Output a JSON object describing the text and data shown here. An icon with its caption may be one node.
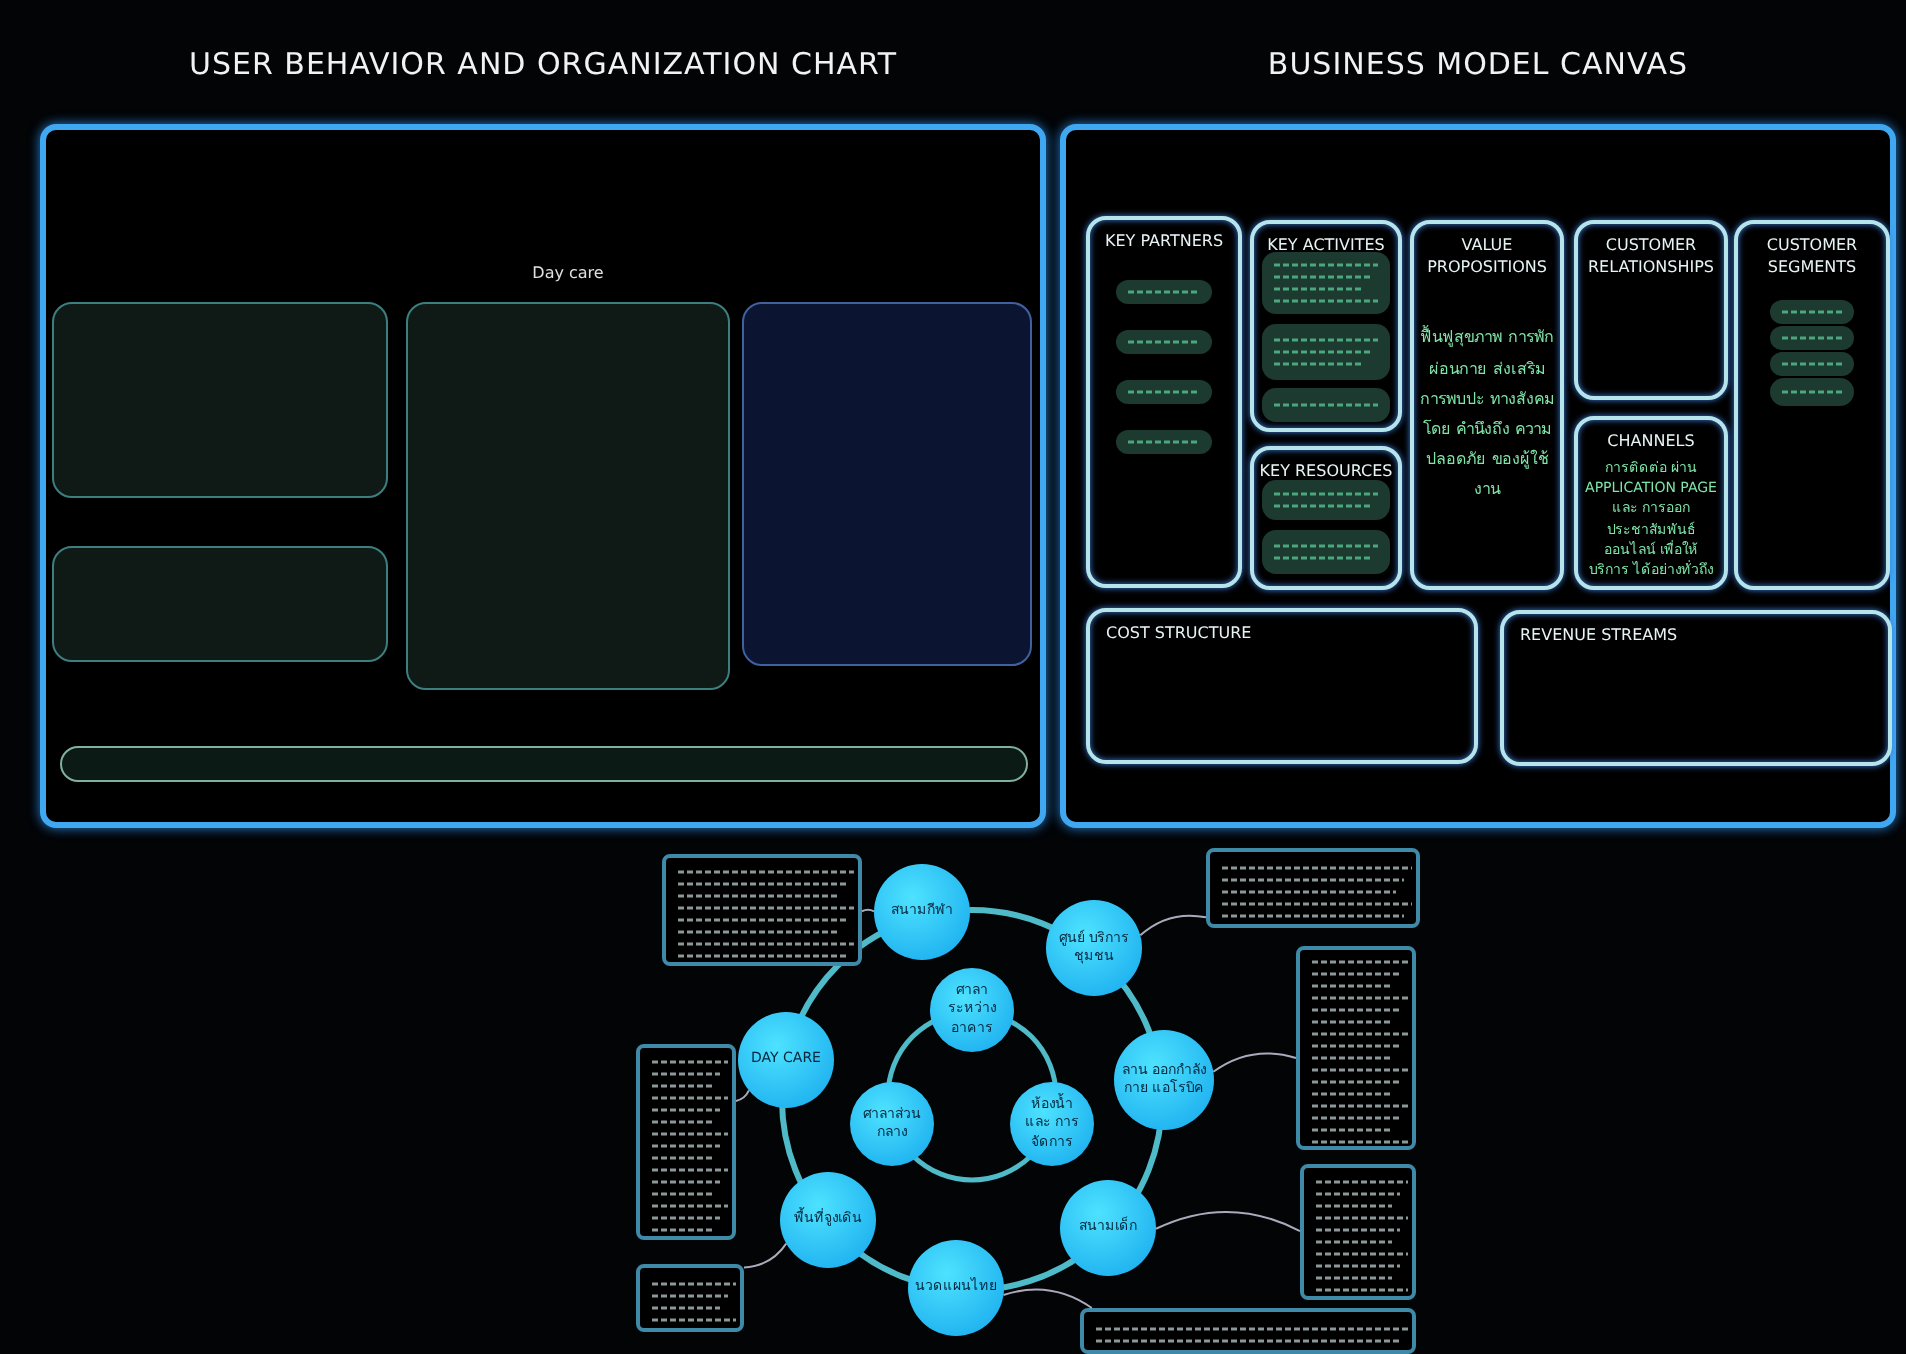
{
  "diagram": {
    "nodes": [
      {
        "text": [
          "USER BEHAVIOR AND ORGANIZATION CHART"
        ]
      },
      {
        "text": [
          "BUSINESS MODEL CANVAS"
        ]
      },
      {
        "text": [],
        "shape": "box",
        "in": 0
      },
      {
        "text": [],
        "shape": "box",
        "in": 0,
        "beside": [
          "Day care"
        ]
      },
      {
        "text": [],
        "shape": "box",
        "in": 0
      },
      {
        "text": [],
        "shape": "box",
        "in": 0
      },
      {
        "text": [],
        "shape": "bar",
        "in": 0
      },
      {
        "text": [
          "KEY PARTNERS"
        ],
        "in": 1
      },
      {
        "text": [
          "KEY ACTIVITES"
        ],
        "in": 1
      },
      {
        "text": [
          "KEY RESOURCES"
        ],
        "in": 1
      },
      {
        "text": [
          "VALUE PROPOSITIONS",
          "ฟื้นฟูสุขภาพ การพักผ่อนกาย ส่งเสริมการพบปะ ทางสังคม โดย คำนึงถึง ความปลอดภัย ของผู้ใช้งาน"
        ],
        "in": 1
      },
      {
        "text": [
          "CUSTOMER RELATIONSHIPS"
        ],
        "in": 1
      },
      {
        "text": [
          "CHANNELS",
          "การติดต่อ ผ่าน APPLICATION PAGE และ การออกประชาสัมพันธ์ ออนไลน์ เพื่อให้บริการ ได้อย่างทั่วถึง"
        ],
        "in": 1
      },
      {
        "text": [
          "CUSTOMER SEGMENTS"
        ],
        "in": 1
      },
      {
        "text": [
          "COST STRUCTURE"
        ],
        "in": 1
      },
      {
        "text": [
          "REVENUE STREAMS"
        ],
        "in": 1
      },
      {
        "text": [],
        "shape": "box",
        "in": 7
      },
      {
        "text": [],
        "shape": "box",
        "in": 7
      },
      {
        "text": [],
        "shape": "box",
        "in": 7
      },
      {
        "text": [],
        "shape": "box",
        "in": 7
      },
      {
        "text": [],
        "shape": "box",
        "in": 8
      },
      {
        "text": [],
        "shape": "box",
        "in": 8
      },
      {
        "text": [],
        "shape": "box",
        "in": 8
      },
      {
        "text": [],
        "shape": "box",
        "in": 9
      },
      {
        "text": [],
        "shape": "box",
        "in": 9
      },
      {
        "text": [],
        "shape": "box",
        "in": 13
      },
      {
        "text": [],
        "shape": "box",
        "in": 13
      },
      {
        "text": [],
        "shape": "box",
        "in": 13
      },
      {
        "text": [],
        "shape": "box",
        "in": 13
      },
      {
        "text": [
          "สนามกีฬา"
        ]
      },
      {
        "text": [
          "ศูนย์ บริการชุมชน"
        ]
      },
      {
        "text": [
          "DAY CARE"
        ]
      },
      {
        "text": [
          "ลาน ออกกำลังกาย แอโรบิค"
        ]
      },
      {
        "text": [
          "ศาลาระหว่าง อาคาร"
        ]
      },
      {
        "text": [
          "ศาลาส่วนกลาง"
        ]
      },
      {
        "text": [
          "ห้องน้ำ และ การจัดการ"
        ]
      },
      {
        "text": [
          "พื้นที่จูงเดิน"
        ]
      },
      {
        "text": [
          "สนามเด็ก"
        ]
      },
      {
        "text": [
          "นวดแผนไทย"
        ]
      },
      {
        "text": [],
        "shape": "box"
      },
      {
        "text": [],
        "shape": "box"
      },
      {
        "text": [],
        "shape": "box"
      },
      {
        "text": [],
        "shape": "box"
      },
      {
        "text": [],
        "shape": "box"
      },
      {
        "text": [],
        "shape": "box"
      },
      {
        "text": [],
        "shape": "box"
      }
    ],
    "edges": [
      {
        "from": 39,
        "to": 29,
        "arrow": "none"
      },
      {
        "from": 30,
        "to": 42,
        "arrow": "none"
      },
      {
        "from": 31,
        "to": 40,
        "arrow": "none"
      },
      {
        "from": 32,
        "to": 43,
        "arrow": "none"
      },
      {
        "from": 36,
        "to": 41,
        "arrow": "none"
      },
      {
        "from": 37,
        "to": 44,
        "arrow": "none"
      },
      {
        "from": 38,
        "to": 45,
        "arrow": "none"
      }
    ]
  }
}
